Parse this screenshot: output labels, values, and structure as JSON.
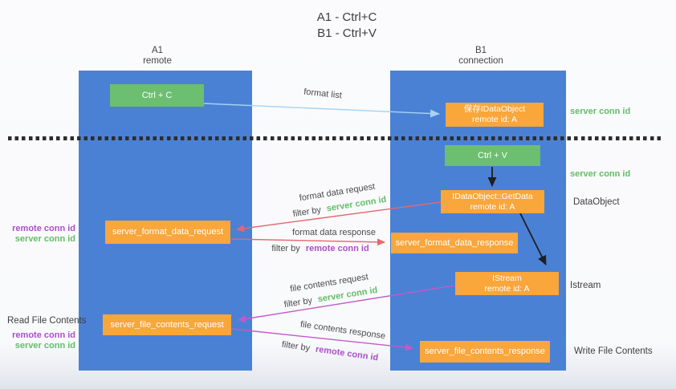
{
  "title": {
    "line1": "A1 - Ctrl+C",
    "line2": "B1 - Ctrl+V"
  },
  "lanes": {
    "a": {
      "name": "A1",
      "role": "remote"
    },
    "b": {
      "name": "B1",
      "role": "connection"
    }
  },
  "nodes": {
    "ctrl_c": {
      "label": "Ctrl + C"
    },
    "save_idataobject": {
      "line1": "保存IDataObject",
      "line2": "remote id: A"
    },
    "ctrl_v": {
      "label": "Ctrl + V"
    },
    "getdata": {
      "line1": "IDataObject::GetData",
      "line2": "remote id: A"
    },
    "format_request": {
      "label": "server_format_data_request"
    },
    "format_response": {
      "label": "server_format_data_response"
    },
    "istream": {
      "line1": "IStream",
      "line2": "remote id: A"
    },
    "file_request": {
      "label": "server_file_contents_request"
    },
    "file_response": {
      "label": "server_file_contents_response"
    }
  },
  "edge_labels": {
    "format_list": "format list",
    "format_data_request": "format data request",
    "format_data_response": "format data response",
    "file_contents_request": "file contents request",
    "file_contents_response": "file contents response",
    "filter_by": "filter by",
    "server_conn_id": "server conn id",
    "remote_conn_id": "remote conn id"
  },
  "side_labels": {
    "left_top": {
      "remote": "remote conn id",
      "server": "server conn id"
    },
    "read_file_contents": "Read File Contents",
    "left_bottom": {
      "remote": "remote conn id",
      "server": "server conn id"
    },
    "right_server_conn_id_top": "server conn id",
    "right_server_conn_id_mid": "server conn id",
    "dataobject": "DataObject",
    "istream": "Istream",
    "write_file_contents": "Write File Contents"
  },
  "colors": {
    "lane_blue": "#4a81d5",
    "node_green": "#6cbe70",
    "node_orange": "#f9a63b",
    "arrow_lightblue": "#a6d3f2",
    "arrow_black": "#1f1f1f",
    "arrow_red": "#e4686f",
    "arrow_magenta": "#c45ac8",
    "text_green": "#63bd68",
    "text_purple": "#ab4fc8",
    "text_dark": "#3e3e3e"
  }
}
